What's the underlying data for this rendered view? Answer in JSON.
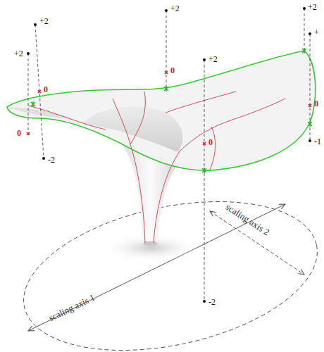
{
  "diagram": {
    "labels": [
      "+2",
      "+2",
      "0",
      "0",
      "-2",
      "+2",
      "0",
      "+2",
      "0",
      "-2",
      "+2",
      "+",
      "0",
      "-1",
      "scaling axis 1",
      "scaling axis 2"
    ]
  }
}
